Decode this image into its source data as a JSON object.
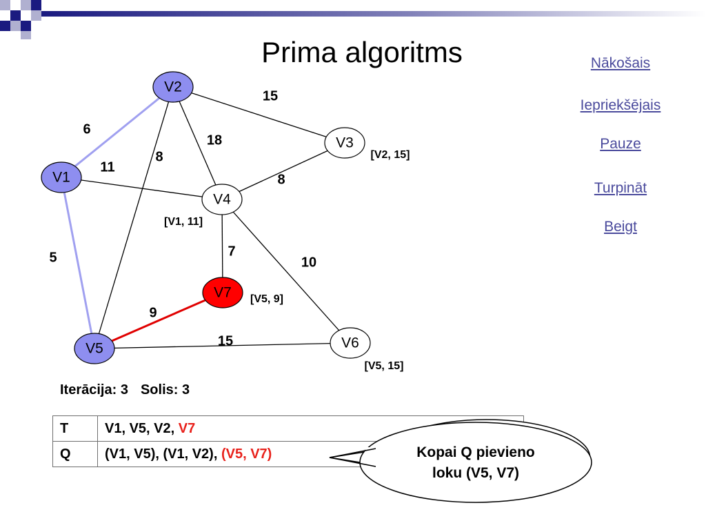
{
  "title": "Prima algoritms",
  "nav": {
    "next": "Nākošais",
    "previous": "Iepriekšējais",
    "pause": "Pauze ",
    "continue": "Turpināt ",
    "end": "Beigt"
  },
  "colors": {
    "tree_node_fill": "#8e8ef0",
    "current_node_fill": "#ff0000",
    "plain_node_fill": "#ffffff",
    "tree_edge": "#a0a0f0",
    "current_edge": "#e00000",
    "plain_edge": "#000000",
    "link": "#4a4a9c",
    "deco_dark": "#1a1a80",
    "deco_light": "#a8a8cc"
  },
  "graph": {
    "nodes": {
      "V1": {
        "label": "V1",
        "state": "tree"
      },
      "V2": {
        "label": "V2",
        "state": "tree"
      },
      "V3": {
        "label": "V3",
        "state": "plain"
      },
      "V4": {
        "label": "V4",
        "state": "plain"
      },
      "V5": {
        "label": "V5",
        "state": "tree"
      },
      "V6": {
        "label": "V6",
        "state": "plain"
      },
      "V7": {
        "label": "V7",
        "state": "current"
      }
    },
    "edges": [
      {
        "from": "V1",
        "to": "V2",
        "weight": "6",
        "state": "tree"
      },
      {
        "from": "V1",
        "to": "V5",
        "weight": "5",
        "state": "tree"
      },
      {
        "from": "V5",
        "to": "V7",
        "weight": "9",
        "state": "current"
      },
      {
        "from": "V2",
        "to": "V3",
        "weight": "15",
        "state": "plain"
      },
      {
        "from": "V2",
        "to": "V4",
        "weight": "18",
        "state": "plain"
      },
      {
        "from": "V2",
        "to": "V5",
        "weight": "8",
        "state": "plain"
      },
      {
        "from": "V1",
        "to": "V4",
        "weight": "11",
        "state": "plain"
      },
      {
        "from": "V3",
        "to": "V4",
        "weight": "8",
        "state": "plain"
      },
      {
        "from": "V4",
        "to": "V7",
        "weight": "7",
        "state": "plain"
      },
      {
        "from": "V4",
        "to": "V6",
        "weight": "10",
        "state": "plain"
      },
      {
        "from": "V5",
        "to": "V6",
        "weight": "15",
        "state": "plain"
      }
    ],
    "keys": {
      "V3": "[V2, 15]",
      "V4": "[V1, 11]",
      "V7": "[V5, 9]",
      "V6": "[V5, 15]"
    }
  },
  "status": {
    "iteration": "Iterācija: 3",
    "step": "Solis: 3"
  },
  "table": {
    "t_label": "T",
    "t_value_plain": "V1, V5, V2, ",
    "t_value_highlight": "V7",
    "q_label": "Q",
    "q_value_plain": "(V1, V5), (V1, V2), ",
    "q_value_highlight": "(V5, V7)"
  },
  "callout": {
    "line1": "Kopai Q pievieno",
    "line2": "loku (V5, V7)"
  }
}
